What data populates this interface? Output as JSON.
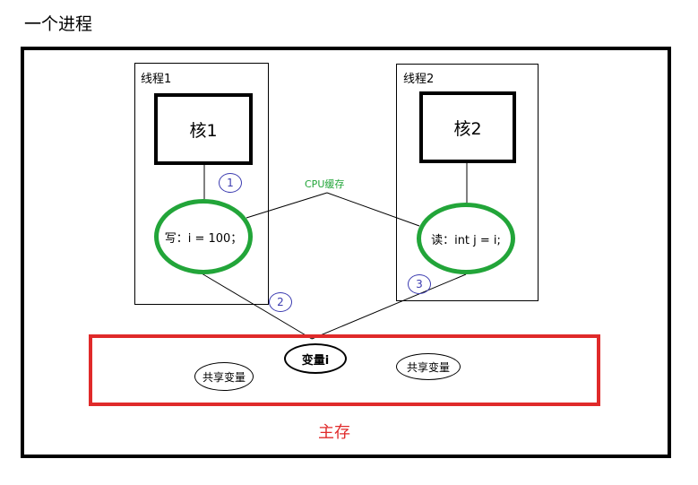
{
  "title": "一个进程",
  "thread1": {
    "label": "线程1",
    "core": "核1",
    "cache_op": "写：i = 100；",
    "step_a": "1",
    "step_b": "2"
  },
  "thread2": {
    "label": "线程2",
    "core": "核2",
    "cache_op": "读：int j = i;",
    "step": "3"
  },
  "cache_label": "CPU缓存",
  "memory": {
    "label": "主存",
    "variable": "变量i",
    "shared_left": "共享变量",
    "shared_right": "共享变量"
  },
  "colors": {
    "cache": "#22a539",
    "memory": "#e02a2a",
    "step_circle": "#3b3bb0"
  }
}
